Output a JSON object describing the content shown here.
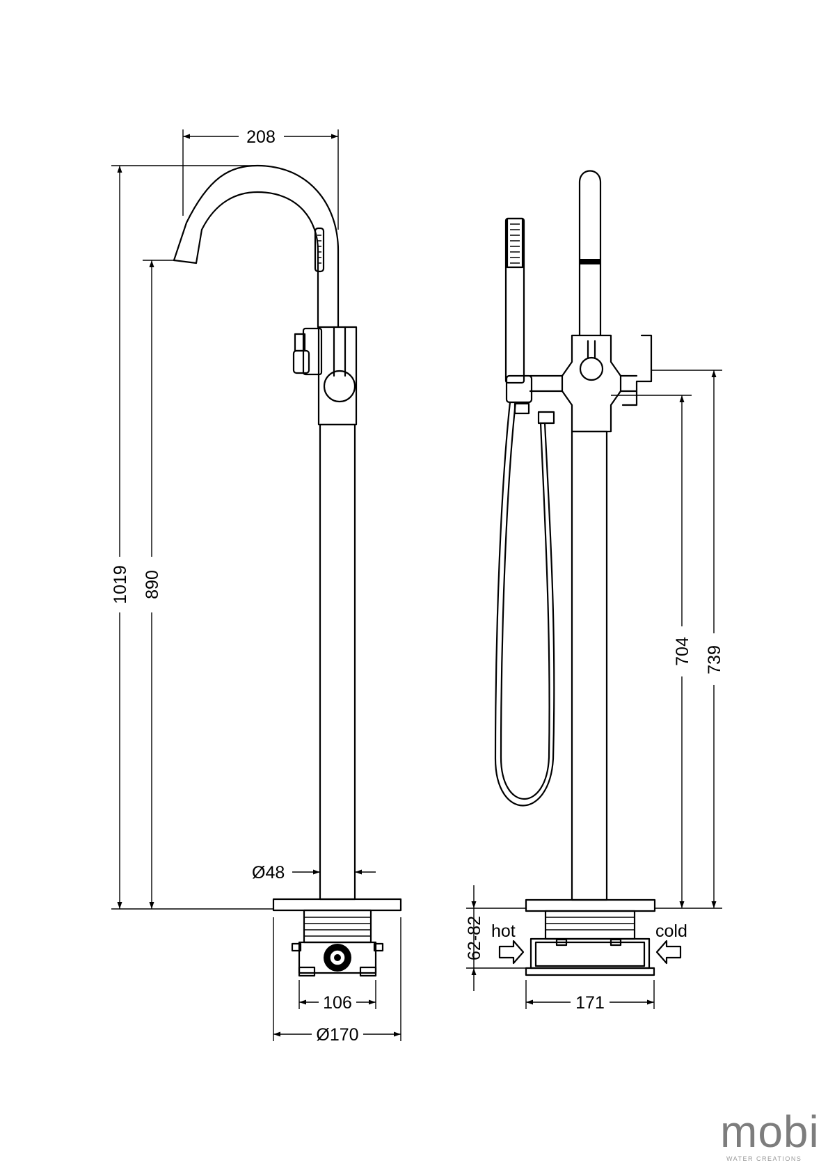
{
  "dimensions": {
    "spout_reach": "208",
    "total_height": "1019",
    "spout_outlet_height": "890",
    "pipe_diameter": "Ø48",
    "valve_width": "106",
    "base_diameter": "Ø170",
    "mixer_height": "704",
    "lever_height": "739",
    "install_depth": "62-82",
    "side_base_width": "171"
  },
  "labels": {
    "hot": "hot",
    "cold": "cold"
  },
  "brand": {
    "name": "mobi",
    "tagline": "WATER CREATIONS"
  },
  "icons": {
    "hot_inlet": "arrow-right-icon",
    "cold_inlet": "arrow-left-icon"
  }
}
